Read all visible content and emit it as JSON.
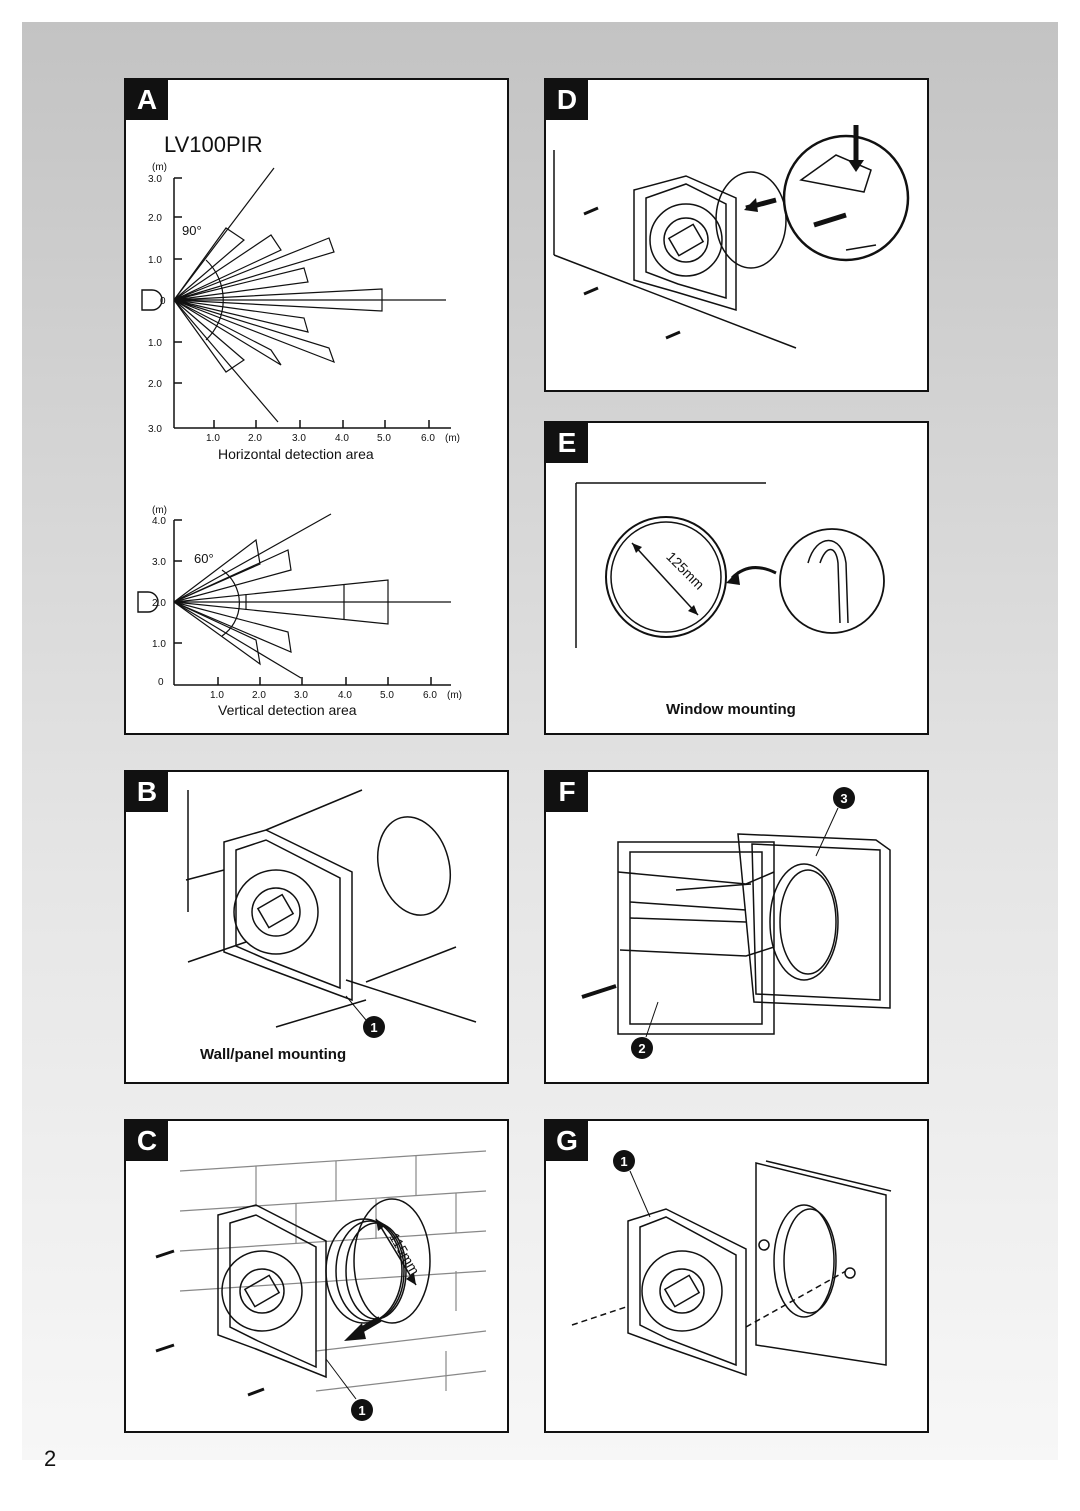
{
  "page_number": "2",
  "panels": {
    "a": {
      "badge": "A",
      "model": "LV100PIR",
      "horizontal": {
        "unit_label": "(m)",
        "y_ticks": [
          "3.0",
          "2.0",
          "1.0",
          "0",
          "1.0",
          "2.0",
          "3.0"
        ],
        "x_ticks": [
          "1.0",
          "2.0",
          "3.0",
          "4.0",
          "5.0",
          "6.0"
        ],
        "x_unit": "(m)",
        "angle": "90°",
        "caption": "Horizontal detection area"
      },
      "vertical": {
        "unit_label": "(m)",
        "y_ticks": [
          "4.0",
          "3.0",
          "2.0",
          "1.0",
          "0"
        ],
        "x_ticks": [
          "1.0",
          "2.0",
          "3.0",
          "4.0",
          "5.0",
          "6.0"
        ],
        "x_unit": "(m)",
        "angle": "60°",
        "caption": "Vertical detection area"
      }
    },
    "b": {
      "badge": "B",
      "caption": "Wall/panel mounting",
      "callout": "1"
    },
    "c": {
      "badge": "C",
      "dimension": "115mm",
      "callout": "1"
    },
    "d": {
      "badge": "D"
    },
    "e": {
      "badge": "E",
      "dimension": "125mm",
      "caption": "Window mounting"
    },
    "f": {
      "badge": "F",
      "callout_top": "3",
      "callout_bottom": "2"
    },
    "g": {
      "badge": "G",
      "callout": "1"
    }
  }
}
